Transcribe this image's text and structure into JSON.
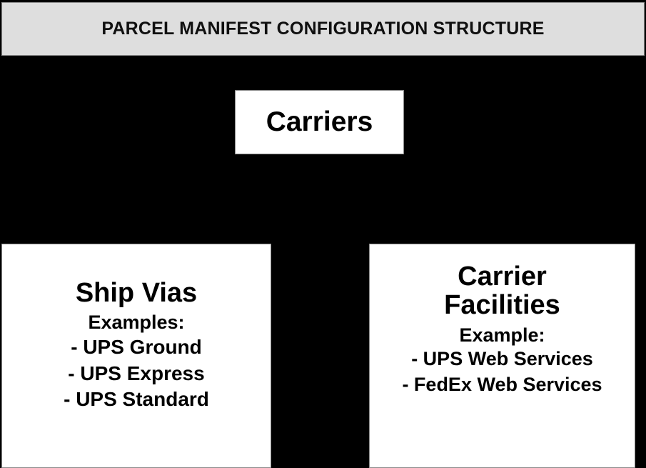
{
  "title": {
    "text": "PARCEL MANIFEST CONFIGURATION STRUCTURE"
  },
  "colors": {
    "background": "#000000",
    "banner_fill": "#dedede",
    "node_fill": "#ffffff",
    "border": "#8a8a8a",
    "text": "#000000"
  },
  "diagram": {
    "type": "hierarchy",
    "root": {
      "label": "Carriers"
    },
    "children": [
      {
        "label": "Ship Vias",
        "subtitle": "Examples:",
        "items": [
          "- UPS Ground",
          "- UPS Express",
          "- UPS Standard"
        ]
      },
      {
        "label_line1": "Carrier",
        "label_line2": "Facilities",
        "subtitle": "Example:",
        "items": [
          "- UPS Web Services",
          "- FedEx Web Services"
        ]
      }
    ]
  }
}
